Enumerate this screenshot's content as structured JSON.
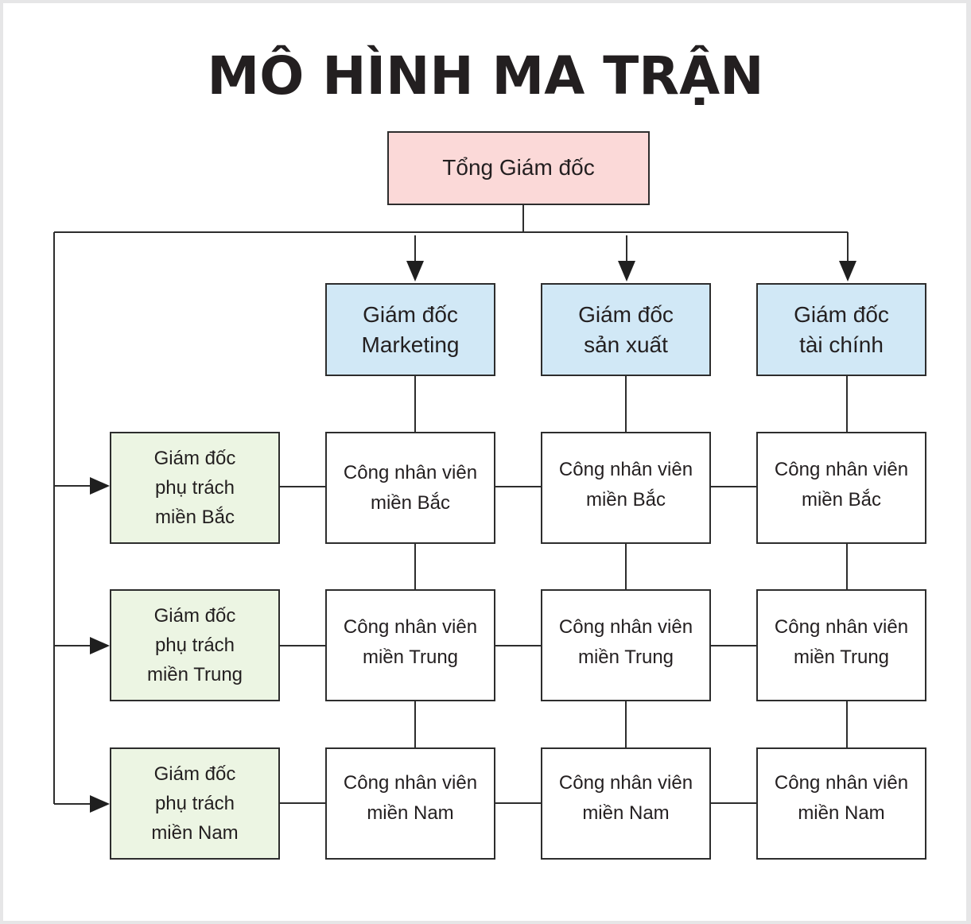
{
  "title": "MÔ HÌNH MA TRẬN",
  "ceo": {
    "label": "Tổng Giám đốc"
  },
  "functional_directors": [
    {
      "line1": "Giám đốc",
      "line2": "Marketing"
    },
    {
      "line1": "Giám đốc",
      "line2": "sản xuất"
    },
    {
      "line1": "Giám đốc",
      "line2": "tài chính"
    }
  ],
  "regional_directors": [
    {
      "line1": "Giám đốc",
      "line2": "phụ trách",
      "line3": "miền Bắc"
    },
    {
      "line1": "Giám đốc",
      "line2": "phụ trách",
      "line3": "miền Trung"
    },
    {
      "line1": "Giám đốc",
      "line2": "phụ trách",
      "line3": "miền Nam"
    }
  ],
  "rows": [
    {
      "cells": [
        {
          "line1": "Công nhân viên",
          "line2": "miền Bắc"
        },
        {
          "line1": "Công nhân viên",
          "line2": "miền Bắc"
        },
        {
          "line1": "Công nhân viên",
          "line2": "miền Bắc"
        }
      ]
    },
    {
      "cells": [
        {
          "line1": "Công nhân viên",
          "line2": "miền Trung"
        },
        {
          "line1": "Công nhân viên",
          "line2": "miền Trung"
        },
        {
          "line1": "Công nhân viên",
          "line2": "miền Trung"
        }
      ]
    },
    {
      "cells": [
        {
          "line1": "Công nhân viên",
          "line2": "miền Nam"
        },
        {
          "line1": "Công nhân viên",
          "line2": "miền Nam"
        },
        {
          "line1": "Công nhân viên",
          "line2": "miền Nam"
        }
      ]
    }
  ],
  "colors": {
    "ceo_fill": "#fbd9d8",
    "functional_fill": "#d1e8f6",
    "regional_fill": "#ecf5e3",
    "cell_fill": "#ffffff",
    "stroke": "#2d2d2d",
    "frame": "#e6e6e7"
  }
}
